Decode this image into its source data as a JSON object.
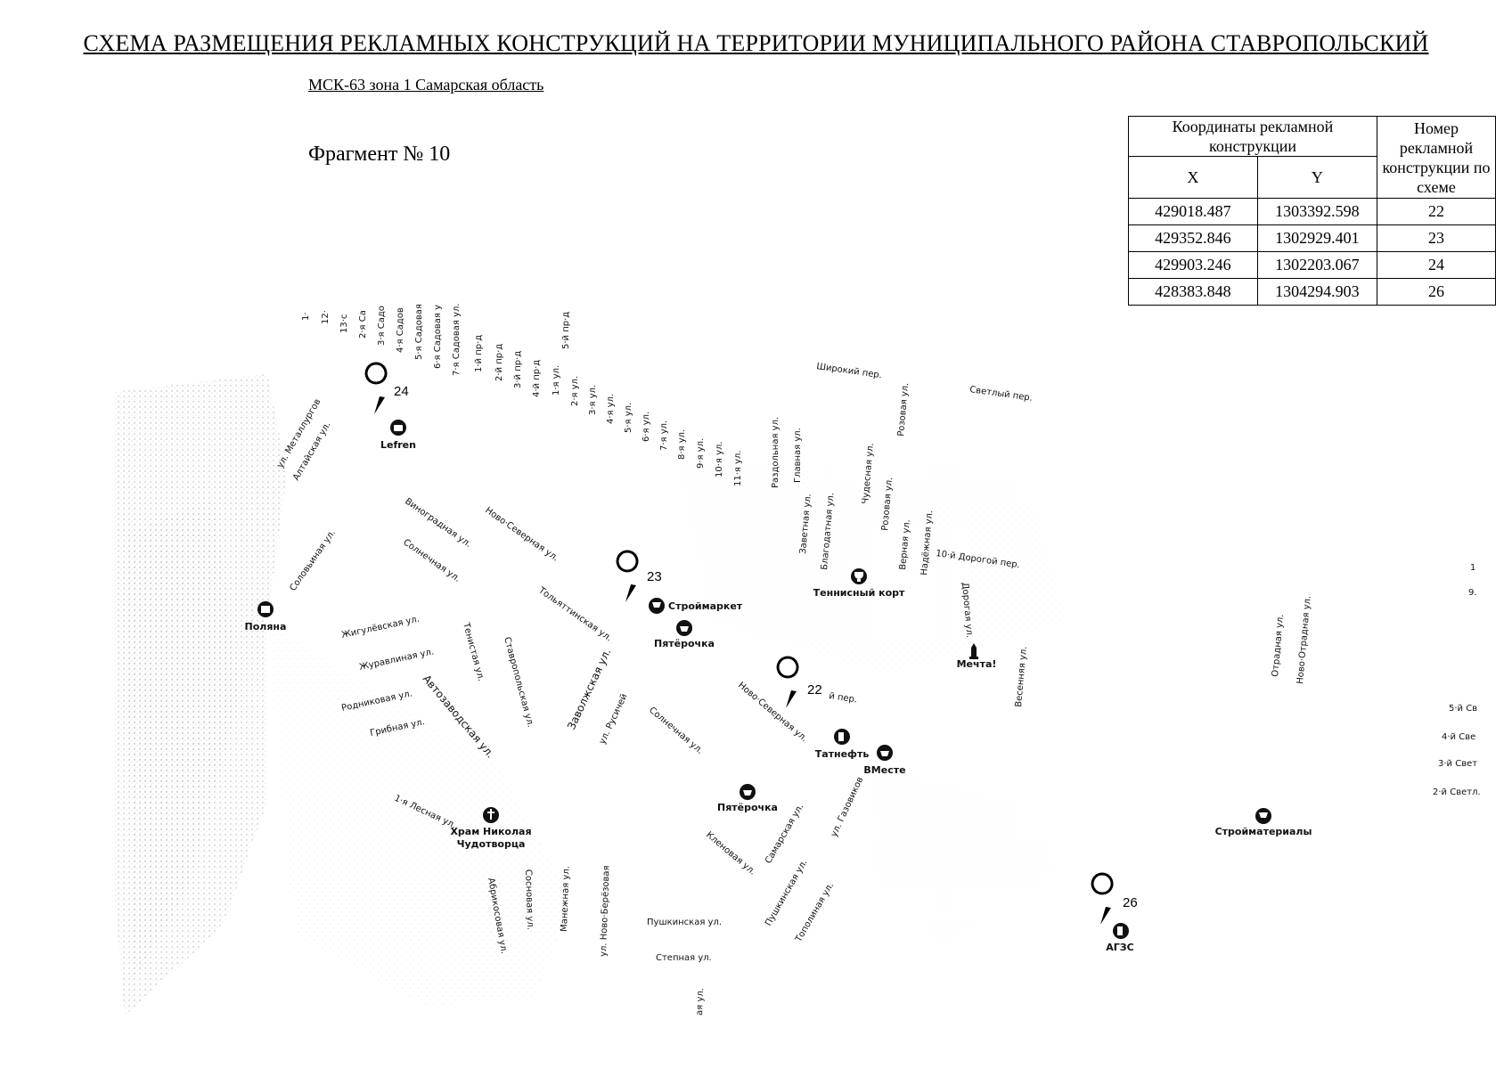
{
  "header": {
    "title": "СХЕМА РАЗМЕЩЕНИЯ РЕКЛАМНЫХ КОНСТРУКЦИЙ НА ТЕРРИТОРИИ МУНИЦИПАЛЬНОГО РАЙОНА СТАВРОПОЛЬСКИЙ",
    "subtitle": "МСК-63 зона 1 Самарская область",
    "fragment": "Фрагмент № 10"
  },
  "coords_table": {
    "head_coords": "Координаты рекламной конструкции",
    "head_x": "X",
    "head_y": "Y",
    "head_num": "Номер рекламной конструкции по схеме",
    "rows": [
      {
        "x": "429018.487",
        "y": "1303392.598",
        "num": "22"
      },
      {
        "x": "429352.846",
        "y": "1302929.401",
        "num": "23"
      },
      {
        "x": "429903.246",
        "y": "1302203.067",
        "num": "24"
      },
      {
        "x": "428383.848",
        "y": "1304294.903",
        "num": "26"
      }
    ]
  },
  "map": {
    "pins": [
      {
        "id": "24",
        "label": "24"
      },
      {
        "id": "23",
        "label": "23"
      },
      {
        "id": "22",
        "label": "22"
      },
      {
        "id": "26",
        "label": "26"
      }
    ],
    "pois": {
      "lefren": "Lefren",
      "polyana": "Поляна",
      "stroymarket": "Строймаркет",
      "pyaterochka_1": "Пятёрочка",
      "tennis": "Теннисный корт",
      "mechta": "Мечта!",
      "tatneft": "Татнефть",
      "vmeste": "ВМесте",
      "pyaterochka_2": "Пятёрочка",
      "khram_1": "Храм Николая",
      "khram_2": "Чудотворца",
      "stroymaterialy": "Стройматериалы",
      "agzs": "АГЗС"
    },
    "streets": {
      "s_t1": "1·",
      "s_12": "12·",
      "s_13": "13·с",
      "s_2sad": "2·я Са",
      "s_3sad": "3·я Садо",
      "s_4sad": "4·я Садов",
      "s_5sad": "5·я Садовая",
      "s_6sad": "6·я Садовая у",
      "s_7sad": "7·я Садовая ул.",
      "p1": "1·й пр·д",
      "p2": "2·й пр·д",
      "p3": "3·й пр·д",
      "p4": "4·й пр·д",
      "p5": "5·й пр·д",
      "u1": "1·я ул.",
      "u2": "2·я ул.",
      "u3": "3·я ул.",
      "u4": "4·я ул.",
      "u5": "5·я ул.",
      "u6": "6·я ул.",
      "u7": "7·я ул.",
      "u8": "8·я ул.",
      "u9": "9·я ул.",
      "u10": "10·я ул.",
      "u11": "11·я ул.",
      "razdolnaya": "Раздольная ул.",
      "glavnaya": "Главная ул.",
      "shirokiy": "Широкий пер.",
      "rozovaya1": "Розовая ул.",
      "svetlyy": "Светлый пер.",
      "chudesnaya": "Чудесная ул.",
      "rozovaya2": "Розовая ул.",
      "zavetnaya": "Заветная ул.",
      "blagodatnaya": "Благодатная ул.",
      "vernaya": "Верная ул.",
      "nadezhnaya": "Надёжная ул.",
      "dorogoy10": "10·й Дорогой пер.",
      "dorogaya": "Дорогая ул.",
      "vesennyaya": "Весенняя ул.",
      "otradnaya": "Отрадная ул.",
      "novo_otradnaya": "Ново·Отрадная ул.",
      "metallurgov": "ул. Металлургов",
      "altayskaya": "Алтайская ул.",
      "vinogradnaya": "Виноградная ул.",
      "novo_severnaya1": "Ново·Северная ул.",
      "solovinaya": "Соловьиная ул.",
      "solnechnaya1": "Солнечная ул.",
      "tolyattinskaya": "Тольяттинская ул.",
      "zhigulevskaya": "Жигулёвская ул.",
      "zhuravlinaya": "Журавлиная ул.",
      "tenistaya": "Тенистая ул.",
      "stavropolskaya": "Ставропольская ул.",
      "rodnikovaya": "Родниковая ул.",
      "avtozavodskaya": "Автозаводская ул.",
      "gribnaya": "Грибная ул.",
      "zavolzhskaya": "Заволжская ул.",
      "rusichey": "ул. Русичей",
      "solnechnaya2": "Солнечная ул.",
      "novo_severnaya2": "Ново·Северная ул.",
      "y_per": "й пер.",
      "lesnaya1": "1·я Лесная ул.",
      "abrikosovaya": "Абрикосовая ул.",
      "sosnovaya": "Сосновая ул.",
      "manezhnaya": "Манежная ул.",
      "novo_berezovaya": "ул. Ново·Берёзовая",
      "klenovaya": "Кленовая ул.",
      "samarskaya": "Самарская ул.",
      "gazovikov": "ул. Газовиков",
      "pushkinskaya1": "Пушкинская ул.",
      "pushkinskaya2": "Пушкинская ул.",
      "topolinaya": "Тополиная ул.",
      "stepnaya": "Степная ул.",
      "aya": "ая ул.",
      "sv5": "5·й Св",
      "sv4": "4·й Све",
      "sv3": "3·й Свет",
      "sv2": "2·й Светл.",
      "edge1": "1",
      "edge9": "9."
    }
  }
}
